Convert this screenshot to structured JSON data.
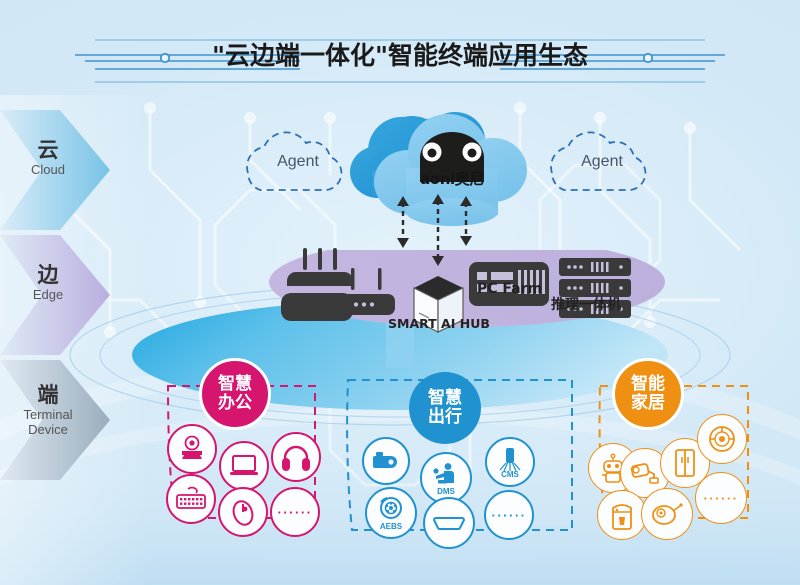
{
  "page": {
    "title": "\"云边端一体化\"智能终端应用生态",
    "bg_color": "#d9ecf8"
  },
  "layers": [
    {
      "cn": "云",
      "en": "Cloud",
      "color": "#7fc8e8"
    },
    {
      "cn": "边",
      "en": "Edge",
      "color": "#c2b6de"
    },
    {
      "cn": "端",
      "en": "Terminal\nDevice",
      "color": "#9fb3c4",
      "en_line1": "Terminal",
      "en_line2": "Device"
    }
  ],
  "cloud_layer": {
    "agent_left": "Agent",
    "agent_right": "Agent",
    "brand": "aoni奥尼",
    "brand_latin": "aoni",
    "brand_cn": "奥尼",
    "cloud_color": "#7ec5ec",
    "cloud_color_dark": "#2e9ad8"
  },
  "edge_layer": {
    "ellipse_color": "#c0b4dd",
    "items": [
      {
        "name": "router-stack",
        "label": ""
      },
      {
        "name": "smart-ai-hub",
        "label": "SMART AI HUB"
      },
      {
        "name": "pc-farm",
        "label": "PC Farm"
      },
      {
        "name": "inference-machine",
        "label": "推理一体机"
      }
    ]
  },
  "terminal_layer": {
    "ellipse_color": "#4fb4e6",
    "groups": [
      {
        "id": "office",
        "title_line1": "智慧",
        "title_line2": "办公",
        "color": "#d6156f",
        "icons": [
          {
            "name": "webcam-icon",
            "label": ""
          },
          {
            "name": "laptop-icon",
            "label": ""
          },
          {
            "name": "headphones-icon",
            "label": ""
          },
          {
            "name": "keyboard-icon",
            "label": ""
          },
          {
            "name": "mouse-icon",
            "label": ""
          },
          {
            "name": "more-dots-icon",
            "label": "······"
          }
        ]
      },
      {
        "id": "travel",
        "title_line1": "智慧",
        "title_line2": "出行",
        "color": "#2092d0",
        "icons": [
          {
            "name": "dashcam-icon",
            "label": ""
          },
          {
            "name": "dms-icon",
            "label": "DMS"
          },
          {
            "name": "cms-icon",
            "label": "CMS"
          },
          {
            "name": "aebs-icon",
            "label": "AEBS"
          },
          {
            "name": "car-mirror-icon",
            "label": ""
          },
          {
            "name": "more-dots-icon",
            "label": "······"
          }
        ]
      },
      {
        "id": "home",
        "title_line1": "智能",
        "title_line2": "家居",
        "color": "#ef9013",
        "icons": [
          {
            "name": "robot-icon",
            "label": ""
          },
          {
            "name": "security-camera-icon",
            "label": ""
          },
          {
            "name": "refrigerator-icon",
            "label": ""
          },
          {
            "name": "robot-vacuum-icon",
            "label": ""
          },
          {
            "name": "washing-machine-icon",
            "label": ""
          },
          {
            "name": "smart-speaker-icon",
            "label": ""
          },
          {
            "name": "more-dots-icon",
            "label": "······"
          }
        ]
      }
    ]
  }
}
